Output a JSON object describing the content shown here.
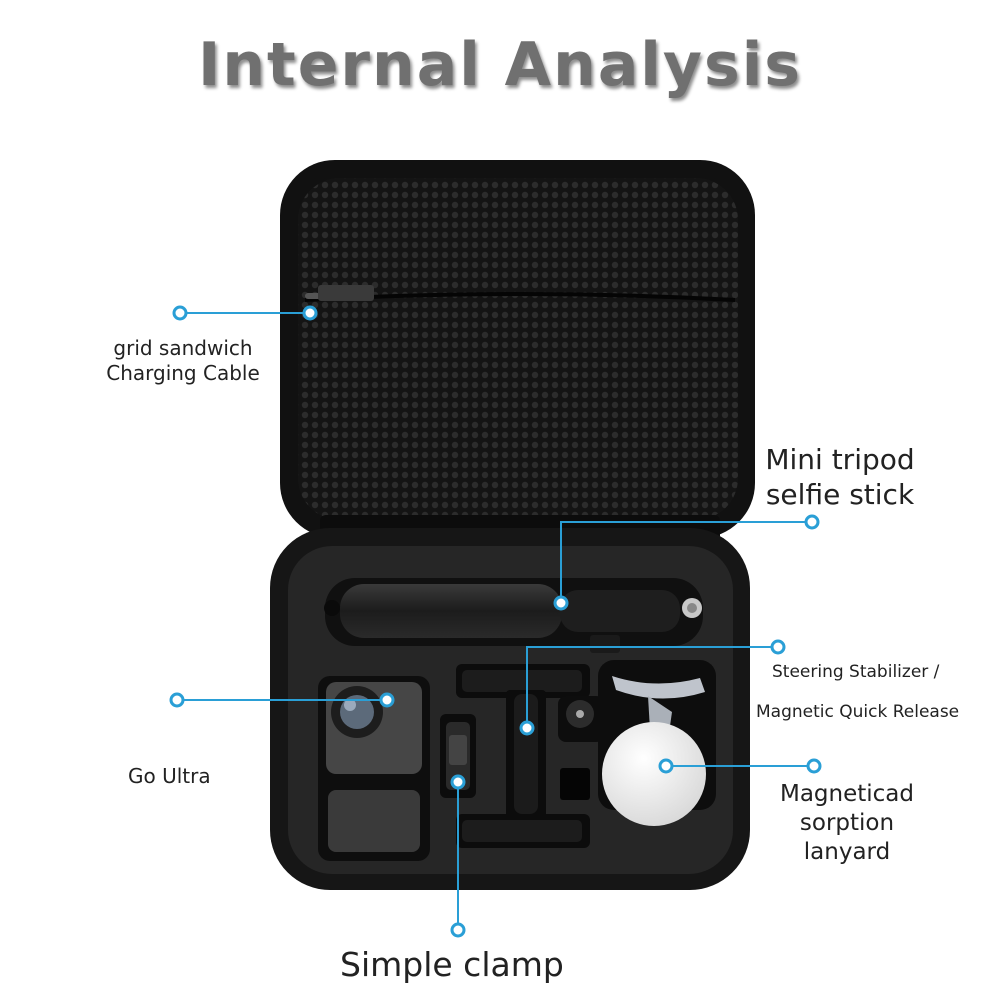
{
  "title": "Internal Analysis",
  "callouts": {
    "mesh_pocket": {
      "line1": "grid sandwich",
      "line2": "Charging Cable"
    },
    "tripod": {
      "line1": "Mini tripod",
      "line2": "selfie stick"
    },
    "stabilizer": {
      "line1": "Steering Stabilizer /",
      "line2": "Magnetic Quick Release"
    },
    "camera": {
      "text": "Go Ultra"
    },
    "lanyard": {
      "line1": "Magneticad",
      "line2": "sorption",
      "line3": "lanyard"
    },
    "clamp": {
      "text": "Simple clamp"
    }
  },
  "colors": {
    "accent": "#2a9fd6",
    "title": "#707070",
    "case": "#1a1a1a"
  }
}
